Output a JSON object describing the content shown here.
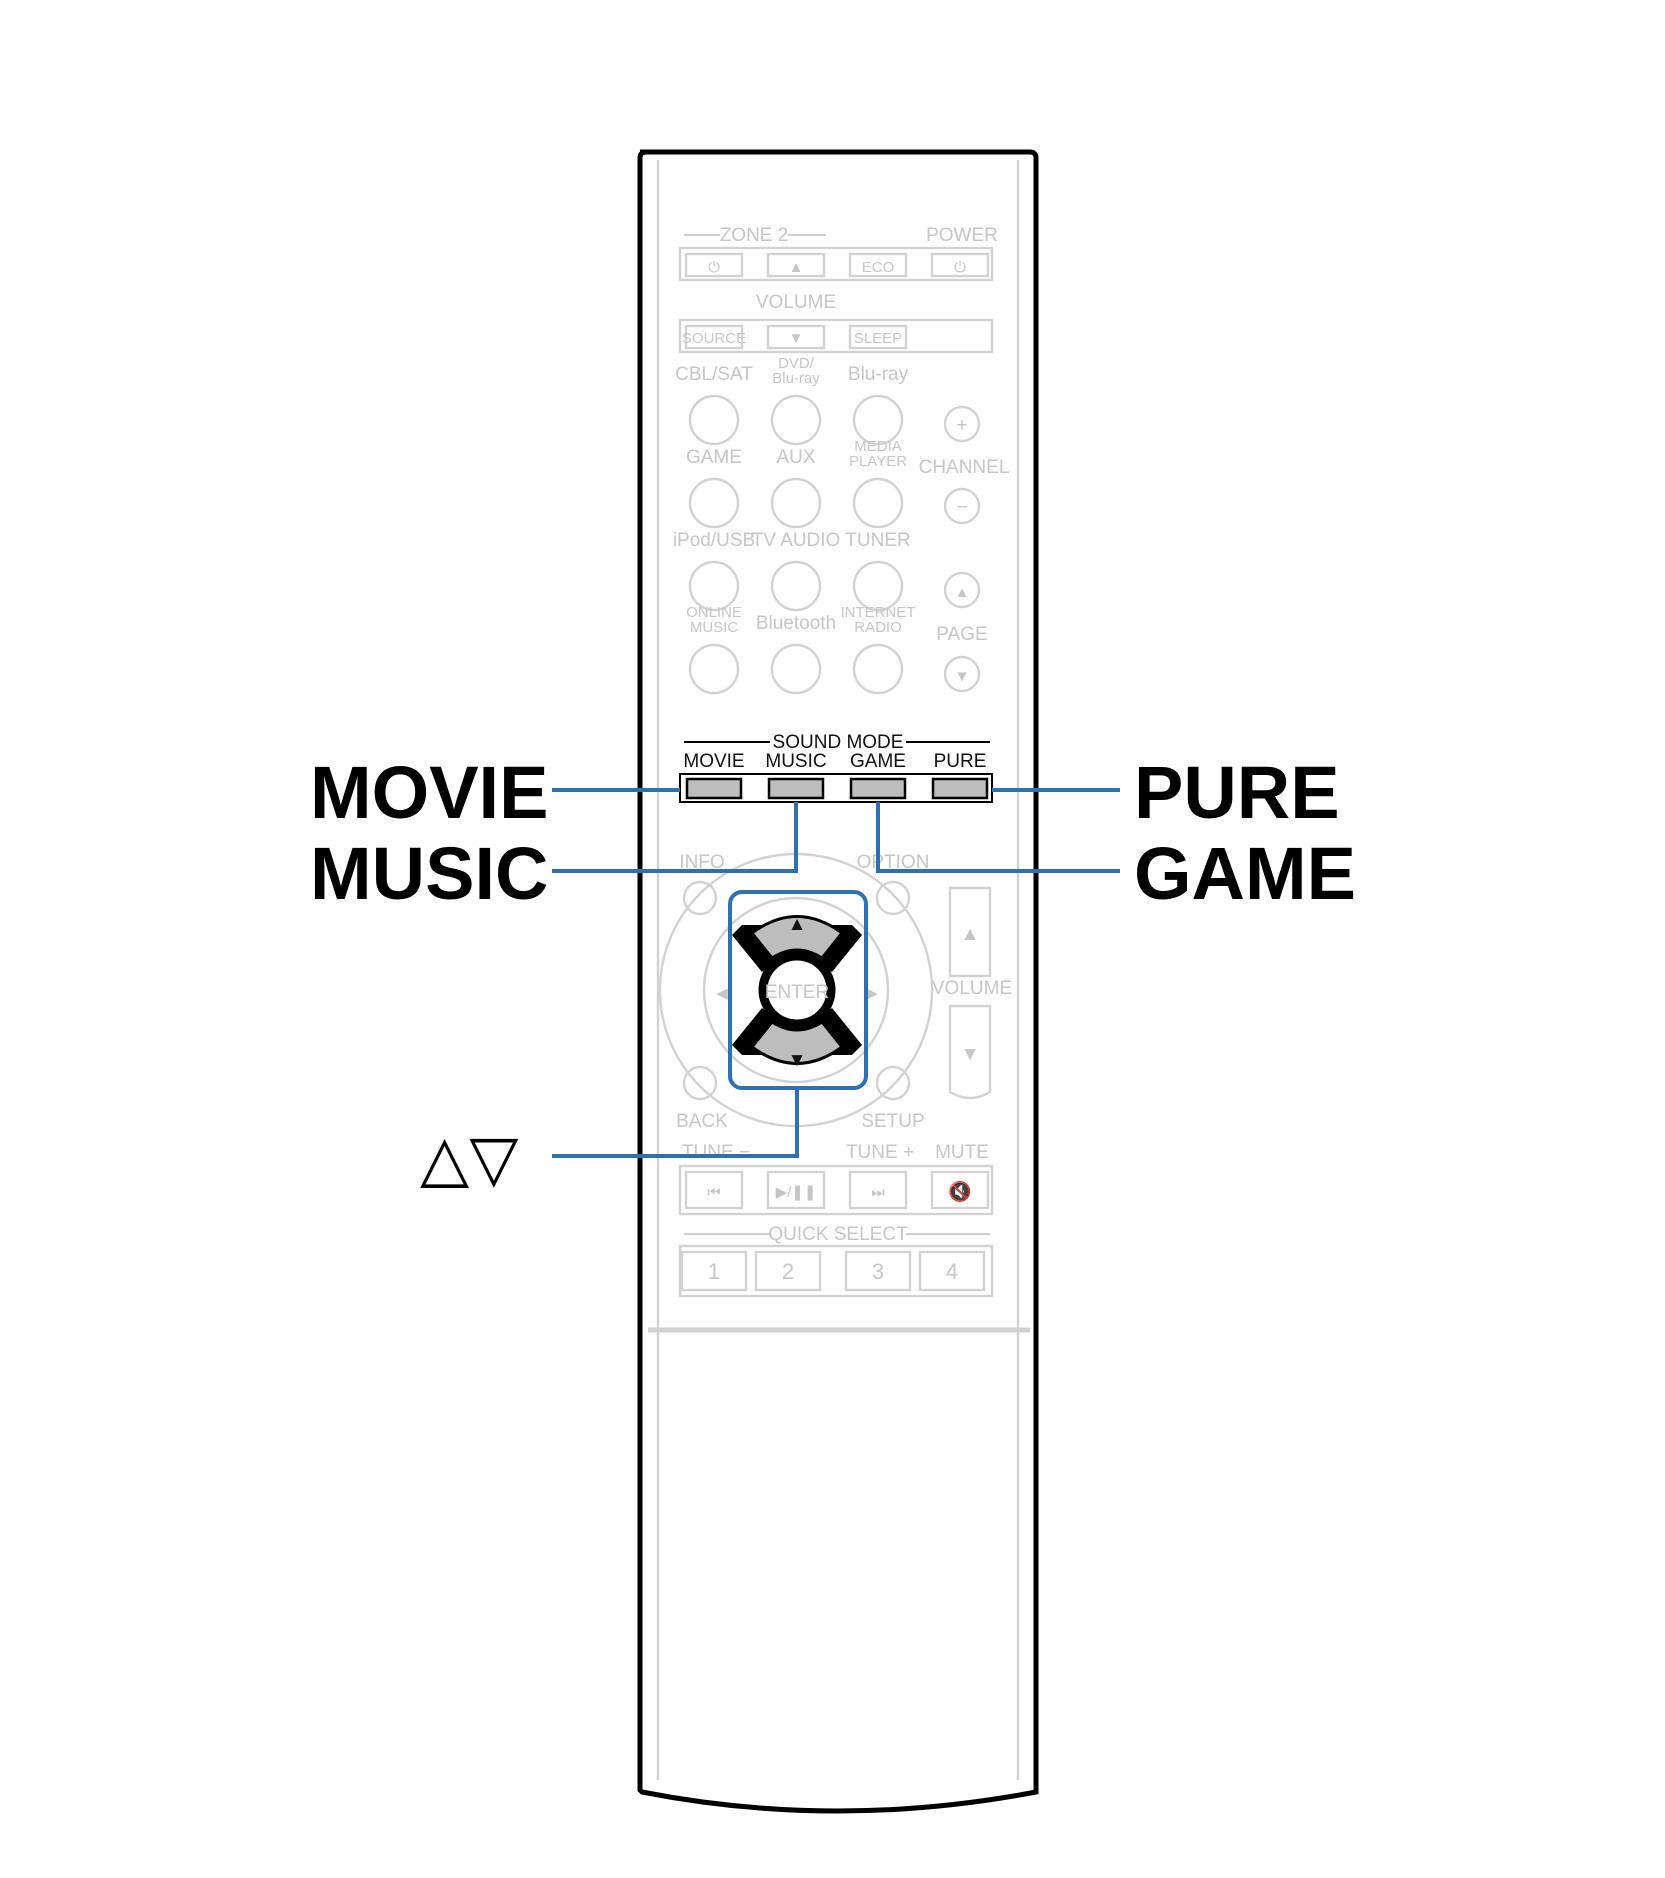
{
  "remote": {
    "zone2_label": "ZONE 2",
    "power_label": "POWER",
    "eco_label": "ECO",
    "volume_top_label": "VOLUME",
    "source_label": "SOURCE",
    "sleep_label": "SLEEP",
    "inputs": [
      [
        "CBL/SAT",
        "DVD/ Blu-ray",
        "Blu-ray"
      ],
      [
        "GAME",
        "AUX",
        "MEDIA PLAYER"
      ],
      [
        "iPod/USB",
        "TV AUDIO",
        "TUNER"
      ],
      [
        "ONLINE MUSIC",
        "Bluetooth",
        "INTERNET RADIO"
      ]
    ],
    "channel_label": "CHANNEL",
    "page_label": "PAGE",
    "sound_mode_label": "SOUND MODE",
    "sound_mode_buttons": [
      "MOVIE",
      "MUSIC",
      "GAME",
      "PURE"
    ],
    "info_label": "INFO",
    "option_label": "OPTION",
    "enter_label": "ENTER",
    "volume_side_label": "VOLUME",
    "back_label": "BACK",
    "setup_label": "SETUP",
    "tune_minus_label": "TUNE −",
    "tune_plus_label": "TUNE +",
    "mute_label": "MUTE",
    "quick_select_label": "QUICK SELECT",
    "quick_select_numbers": [
      "1",
      "2",
      "3",
      "4"
    ],
    "colors": {
      "highlight": "#2e6fb5",
      "outline": "#000000",
      "faded": "#cfcfcf",
      "active_button_fill": "#bdbdbd"
    }
  },
  "callouts": {
    "movie": "MOVIE",
    "music": "MUSIC",
    "pure": "PURE",
    "game": "GAME",
    "cursor": "△▽"
  }
}
